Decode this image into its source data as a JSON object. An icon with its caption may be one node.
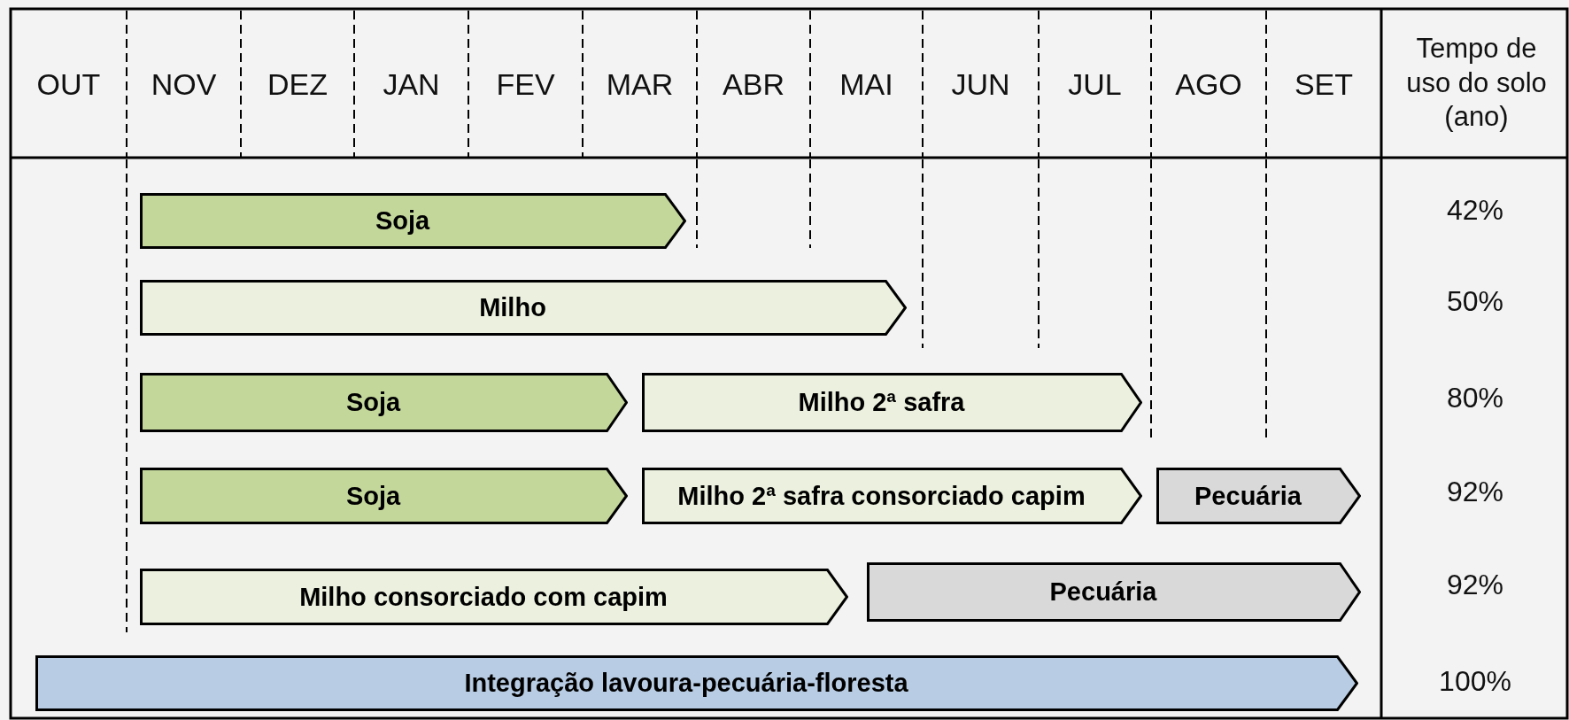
{
  "diagram": {
    "nodes": [
      {
        "text": [
          "Soja"
        ]
      },
      {
        "text": [
          "Milho"
        ]
      },
      {
        "text": [
          "Soja"
        ]
      },
      {
        "text": [
          "Milho 2ª safra"
        ]
      },
      {
        "text": [
          "Soja"
        ]
      },
      {
        "text": [
          "Milho 2ª safra consorciado capim"
        ]
      },
      {
        "text": [
          "Pecuária"
        ]
      },
      {
        "text": [
          "Milho consorciado com capim"
        ]
      },
      {
        "text": [
          "Pecuária"
        ]
      },
      {
        "text": [
          "Integração lavoura-pecuária-floresta"
        ]
      }
    ],
    "edges": [],
    "labels": [
      "OUT",
      "NOV",
      "DEZ",
      "JAN",
      "FEV",
      "MAR",
      "ABR",
      "MAI",
      "JUN",
      "JUL",
      "AGO",
      "SET",
      "Tempo de uso do solo (ano)",
      "42%",
      "50%",
      "80%",
      "92%",
      "92%",
      "100%"
    ]
  }
}
